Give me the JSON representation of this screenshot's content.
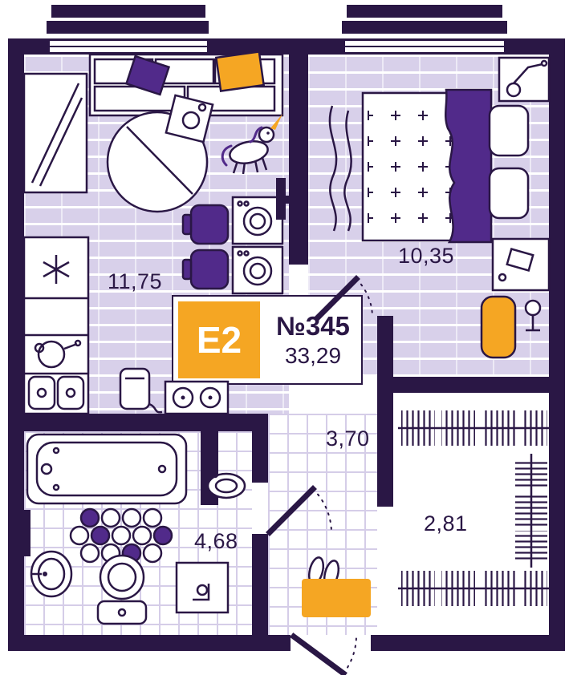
{
  "unit": {
    "type_label": "Е2",
    "number": "№345",
    "total_area": "33,29"
  },
  "rooms": {
    "living": {
      "name": "living-kitchen",
      "area": "11,75"
    },
    "bedroom": {
      "name": "bedroom",
      "area": "10,35"
    },
    "hallway": {
      "name": "hallway",
      "area": "3,70"
    },
    "bathroom": {
      "name": "bathroom",
      "area": "4,68"
    },
    "wardrobe": {
      "name": "wardrobe",
      "area": "2,81"
    }
  },
  "colors": {
    "wall": "#2a1745",
    "accent_orange": "#f5a623",
    "accent_purple": "#512a8a",
    "floor_lilac": "#d8d0ea",
    "tile_line": "#d5cde8"
  }
}
